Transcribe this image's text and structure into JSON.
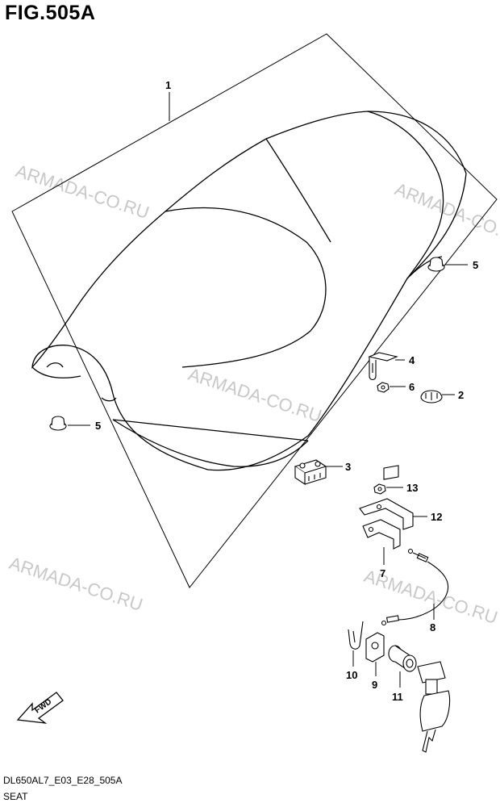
{
  "figure": {
    "title": "FIG.505A",
    "code": "DL650AL7_E03_E28_505A",
    "section": "SEAT"
  },
  "watermarks": [
    "ARMADA-CO.RU",
    "ARMADA-CO.RU",
    "ARMADA-CO.RU",
    "ARMADA-CO.RU",
    "ARMADA-CO.RU"
  ],
  "fwd_label": "FWD",
  "callouts": [
    "1",
    "5",
    "4",
    "6",
    "2",
    "5",
    "3",
    "13",
    "12",
    "7",
    "8",
    "10",
    "9",
    "11"
  ]
}
